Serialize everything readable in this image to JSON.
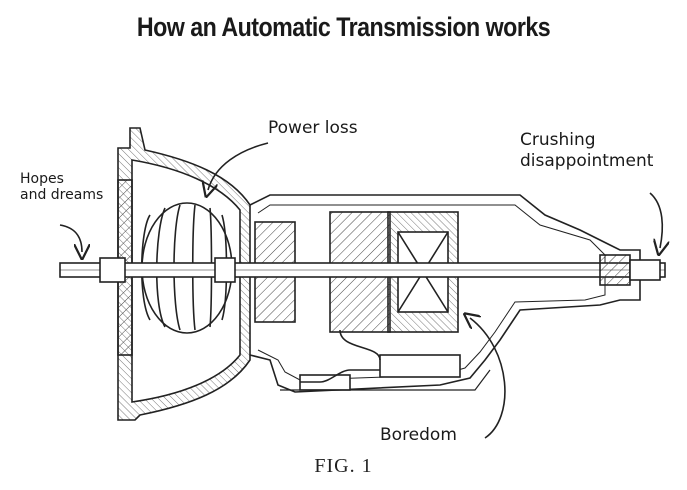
{
  "title": "How an Automatic Transmission works",
  "labels": {
    "input": [
      "Hopes",
      "and dreams"
    ],
    "converter": "Power loss",
    "output": [
      "Crushing",
      "disappointment"
    ],
    "sump": "Boredom"
  },
  "caption": "FIG. 1"
}
